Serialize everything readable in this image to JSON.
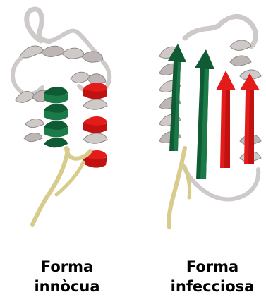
{
  "colors": {
    "helix_gray": "#c9c3c2",
    "helix_gray_dark": "#8f8888",
    "coil_gray": "#d3cfce",
    "helix_green": "#0f5c34",
    "helix_red": "#e31b1b",
    "tail": "#d8cc8c",
    "tail_dark": "#b7aa66"
  },
  "structures": [
    {
      "id": "innocuous",
      "caption_line1": "Forma",
      "caption_line2": "innòcua",
      "elements": [
        "grey-helix",
        "green-helix",
        "red-helix",
        "tail"
      ]
    },
    {
      "id": "infectious",
      "caption_line1": "Forma",
      "caption_line2": "infecciosa",
      "elements": [
        "grey-helix",
        "green-beta-strand",
        "red-beta-strand",
        "tail"
      ]
    }
  ]
}
